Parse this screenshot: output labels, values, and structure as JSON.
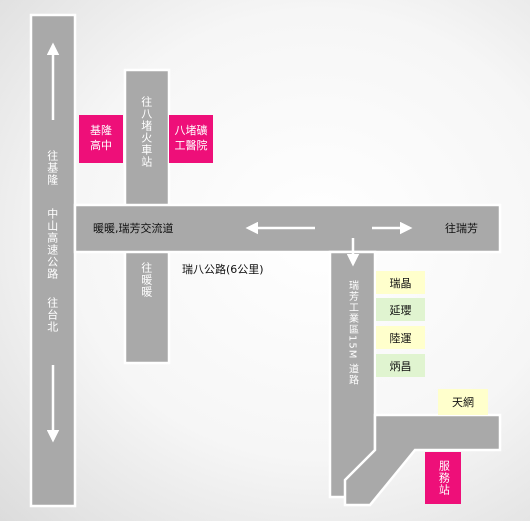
{
  "labels": {
    "highway_north": "往基隆",
    "highway_name": "中山高速公路",
    "highway_south": "往台北",
    "to_badu_station": "往八堵火車站",
    "interchange": "暖暖,瑞芳交流道",
    "to_ruifang": "往瑞芳",
    "to_nuannuan": "往暖暖",
    "ruiba_road": "瑞八公路(6公里)",
    "industrial_road": "瑞芳工業區15M 道路"
  },
  "places": {
    "keelung_high": "基隆高中",
    "badu_mining_hospital": "八堵礦工醫院",
    "service_station": "服務站",
    "tianwang": "天網"
  },
  "shops": [
    "瑞晶",
    "延瓔",
    "陸運",
    "炳昌"
  ],
  "colors": {
    "road": "#a9a9a9",
    "landmark": "#ee0f79",
    "shop_yellow": "#ffffcc",
    "shop_green": "#e0f4d0"
  },
  "icons": [
    "arrow-up-icon",
    "arrow-down-icon",
    "arrow-left-icon",
    "arrow-right-icon"
  ]
}
